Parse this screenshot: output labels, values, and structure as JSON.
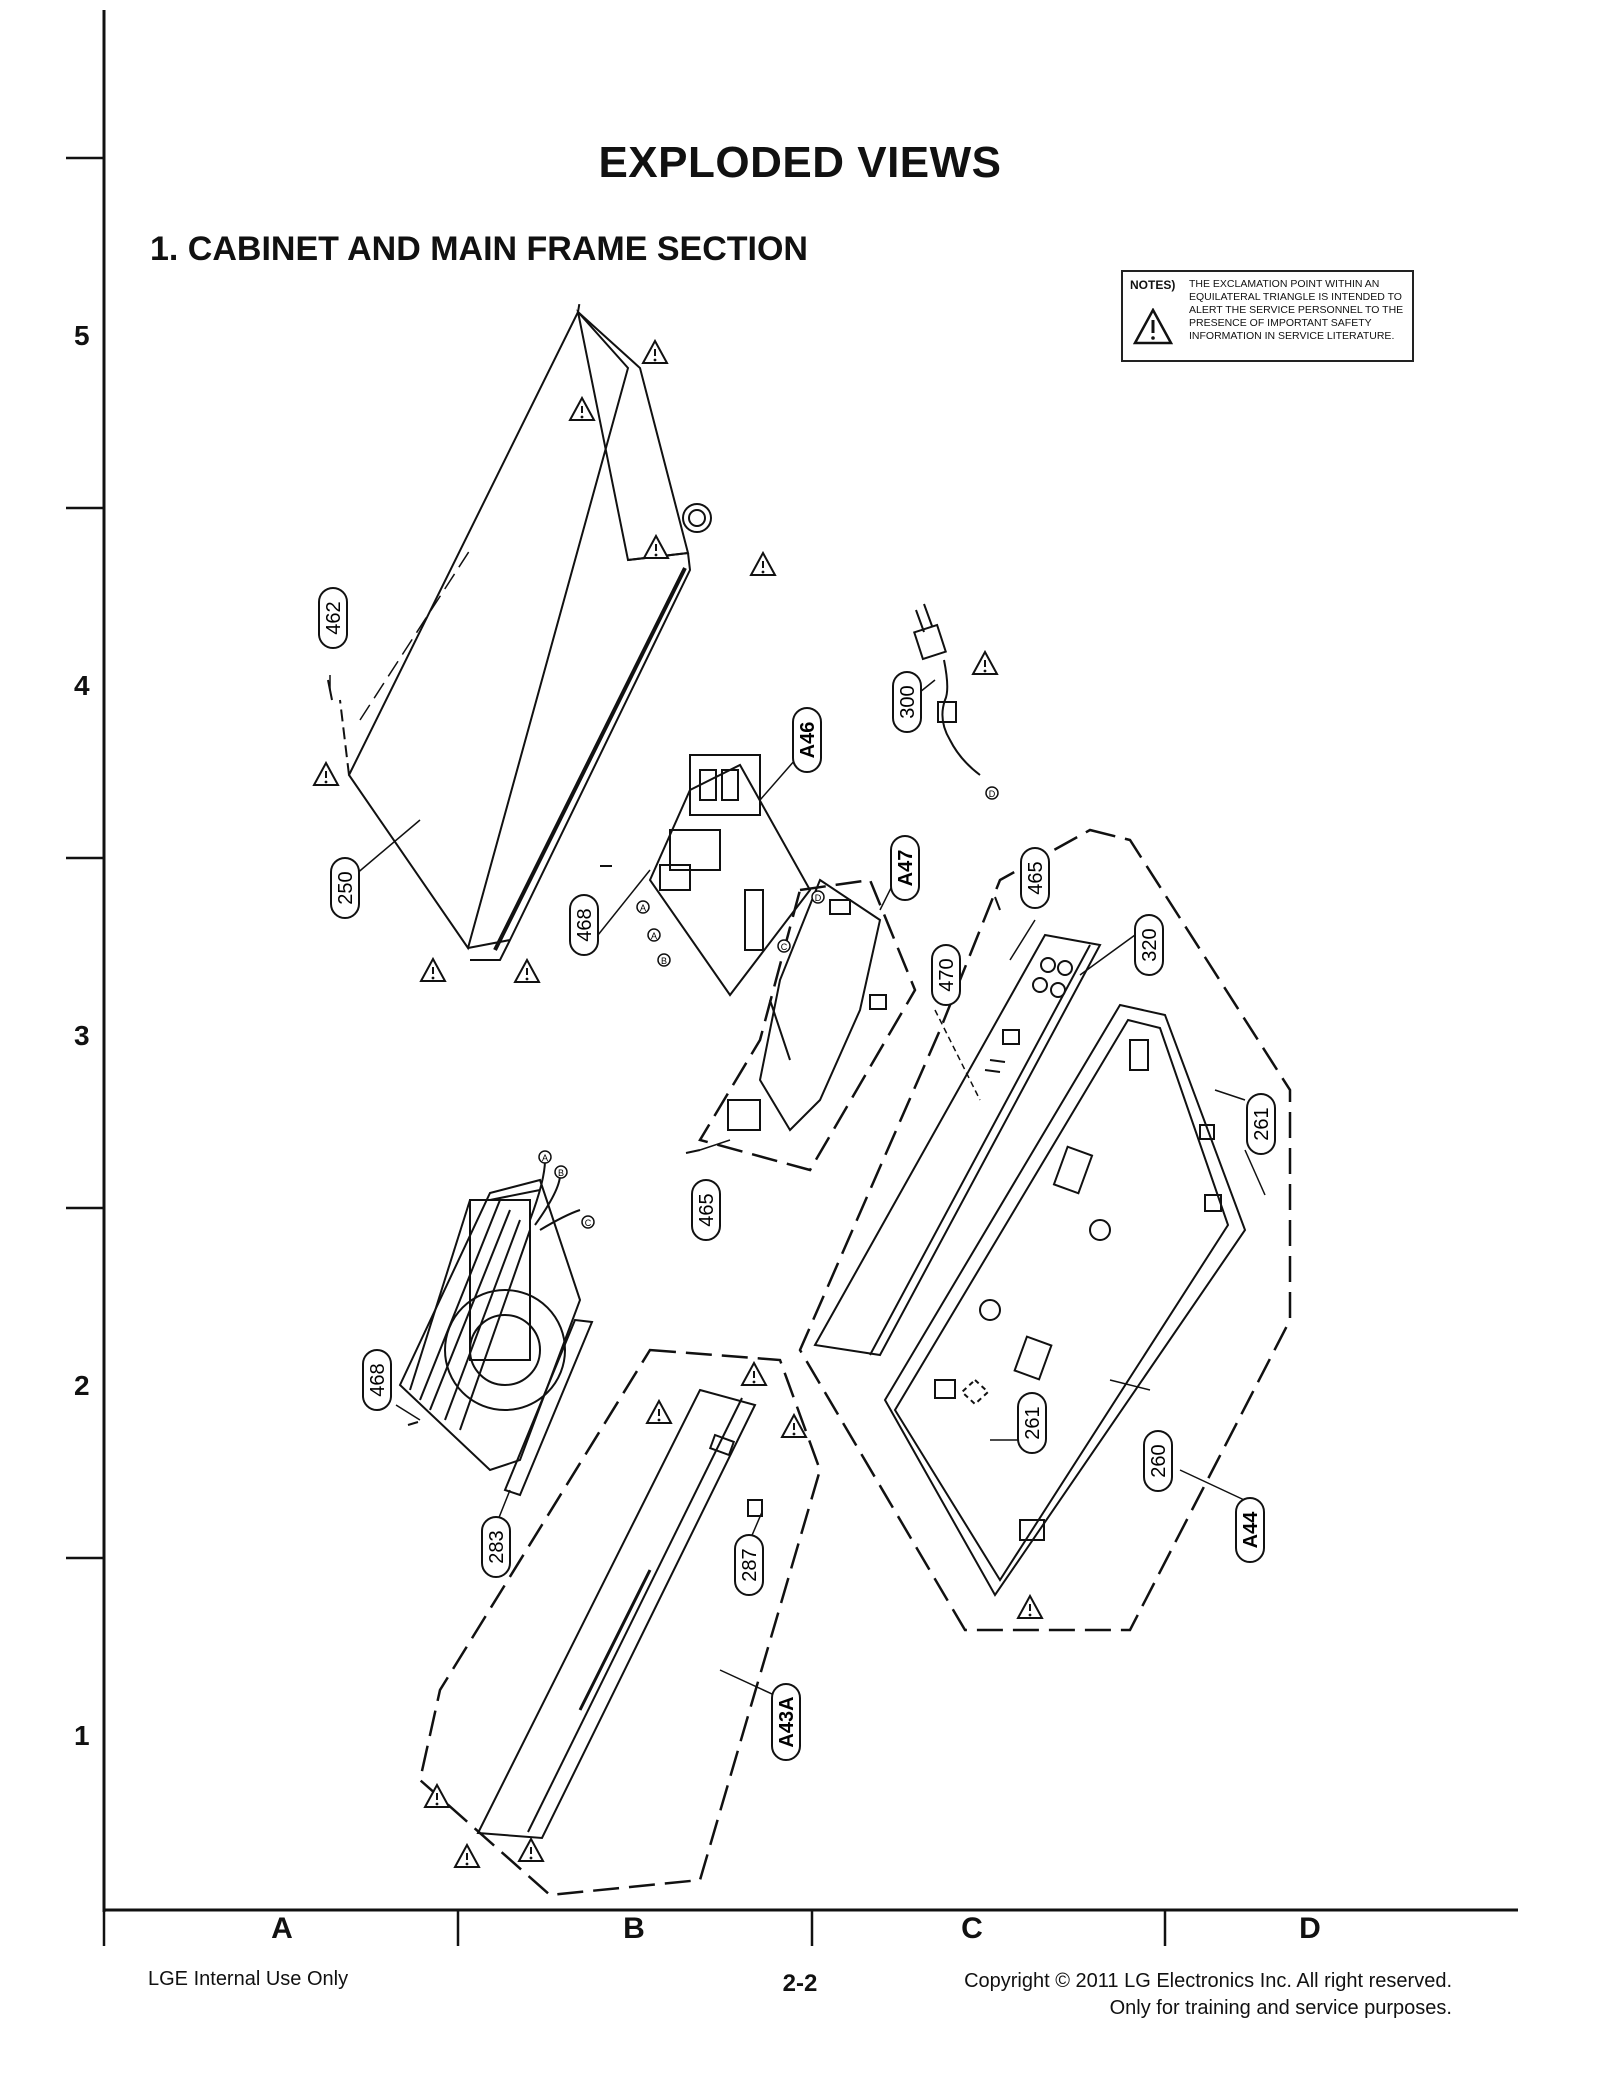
{
  "header": {
    "title": "EXPLODED VIEWS",
    "section_title": "1. CABINET AND MAIN FRAME SECTION"
  },
  "notes": {
    "heading": "NOTES)",
    "text": "THE EXCLAMATION POINT WITHIN AN EQUILATERAL TRIANGLE IS INTENDED TO ALERT THE SERVICE PERSONNEL TO THE PRESENCE OF IMPORTANT SAFETY INFORMATION IN SERVICE LITERATURE."
  },
  "grid": {
    "rows": [
      "5",
      "4",
      "3",
      "2",
      "1"
    ],
    "columns": [
      "A",
      "B",
      "C",
      "D"
    ]
  },
  "parts": {
    "p462": "462",
    "p250": "250",
    "p468_top": "468",
    "pA46": "A46",
    "pA47": "A47",
    "p300": "300",
    "p465_top": "465",
    "p320": "320",
    "p470": "470",
    "p261_right": "261",
    "p465_mid": "465",
    "p468_left": "468",
    "p283": "283",
    "p287": "287",
    "p261_bottom": "261",
    "p260": "260",
    "pA44": "A44",
    "pA43A": "A43A"
  },
  "connectors": {
    "a": "A",
    "b": "B",
    "c": "C",
    "d": "D"
  },
  "footer": {
    "left": "LGE Internal Use Only",
    "page": "2-2",
    "right_line1": "Copyright © 2011 LG Electronics Inc. All right reserved.",
    "right_line2": "Only for training and service purposes."
  },
  "colors": {
    "ink": "#111111",
    "paper": "#ffffff"
  }
}
